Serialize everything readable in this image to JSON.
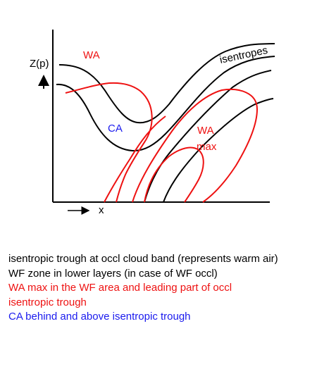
{
  "diagram": {
    "y_axis_label": "Z(p)",
    "x_axis_label": "x",
    "labels": {
      "wa_upper": "WA",
      "ca": "CA",
      "wa_lower": "WA",
      "max": "max",
      "isentropes": "isentropes"
    },
    "colors": {
      "black": "#000000",
      "red": "#ee1111",
      "blue": "#1a1aee"
    }
  },
  "legend": [
    {
      "text": "isentropic trough at occl cloud band (represents warm air)",
      "color": "#000000"
    },
    {
      "text": "WF zone in lower layers (in case of WF occl)",
      "color": "#000000"
    },
    {
      "text": "WA max in the WF area and leading part of occl",
      "color": "#ee1111"
    },
    {
      "text": "isentropic trough",
      "color": "#ee1111"
    },
    {
      "text": "CA behind and above isentropic trough",
      "color": "#1a1aee"
    }
  ]
}
